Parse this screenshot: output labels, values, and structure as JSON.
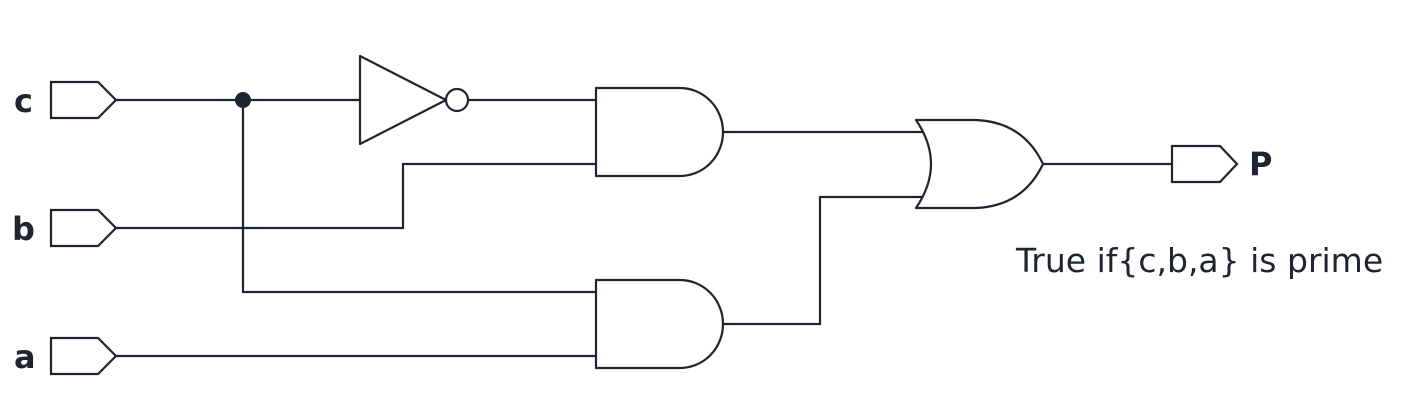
{
  "inputs": [
    {
      "id": "c",
      "label": "c"
    },
    {
      "id": "b",
      "label": "b"
    },
    {
      "id": "a",
      "label": "a"
    }
  ],
  "output": {
    "id": "P",
    "label": "P"
  },
  "output_description": "True if{c,b,a} is prime",
  "gates": [
    {
      "id": "not1",
      "type": "NOT",
      "inputs": [
        "c"
      ]
    },
    {
      "id": "and1",
      "type": "AND",
      "inputs": [
        "not1",
        "b"
      ]
    },
    {
      "id": "and2",
      "type": "AND",
      "inputs": [
        "c",
        "a"
      ]
    },
    {
      "id": "or1",
      "type": "OR",
      "inputs": [
        "and1",
        "and2"
      ],
      "output": "P"
    }
  ],
  "colors": {
    "stroke": "#1f2430",
    "background": "#ffffff"
  }
}
